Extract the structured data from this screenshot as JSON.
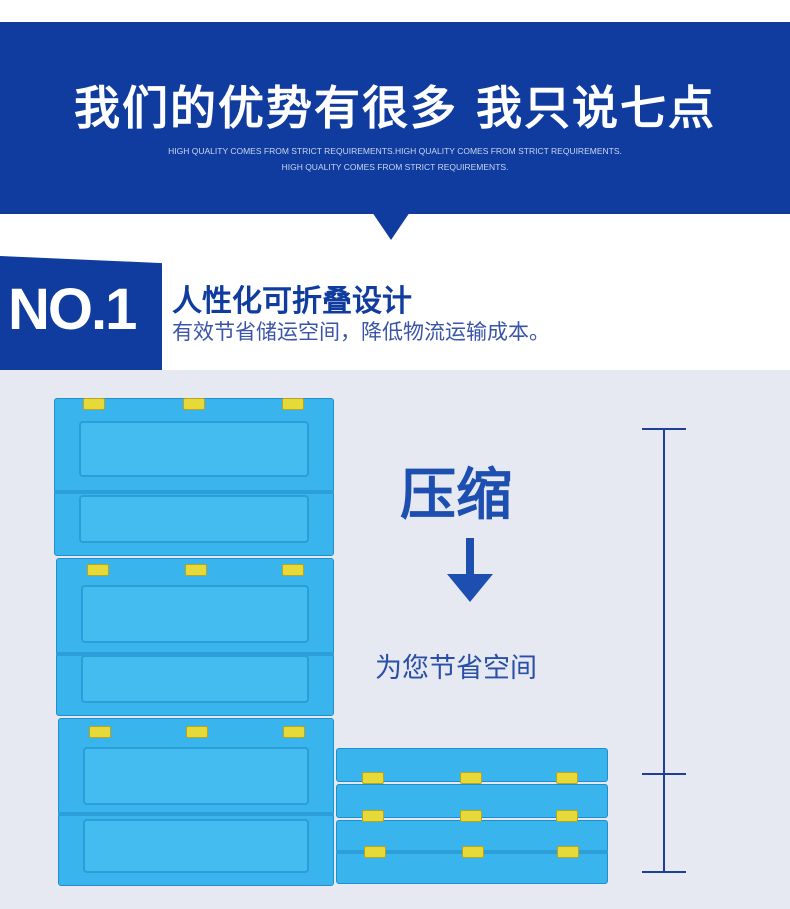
{
  "header": {
    "title": "我们的优势有很多 我只说七点",
    "sub_line_1": "HIGH QUALITY COMES FROM STRICT REQUIREMENTS.HIGH QUALITY COMES FROM STRICT REQUIREMENTS.",
    "sub_line_2": "HIGH QUALITY COMES FROM STRICT REQUIREMENTS."
  },
  "feature": {
    "number": "NO.1",
    "title": "人性化可折叠设计",
    "description": "有效节省储运空间，降低物流运输成本。"
  },
  "illustration": {
    "compress_label": "压缩",
    "arrow_icon": "arrow-down-icon",
    "save_label": "为您节省空间"
  },
  "colors": {
    "brand_blue": "#0f3c9e",
    "crate_blue": "#39b4ec",
    "clip_yellow": "#e6d93a"
  }
}
